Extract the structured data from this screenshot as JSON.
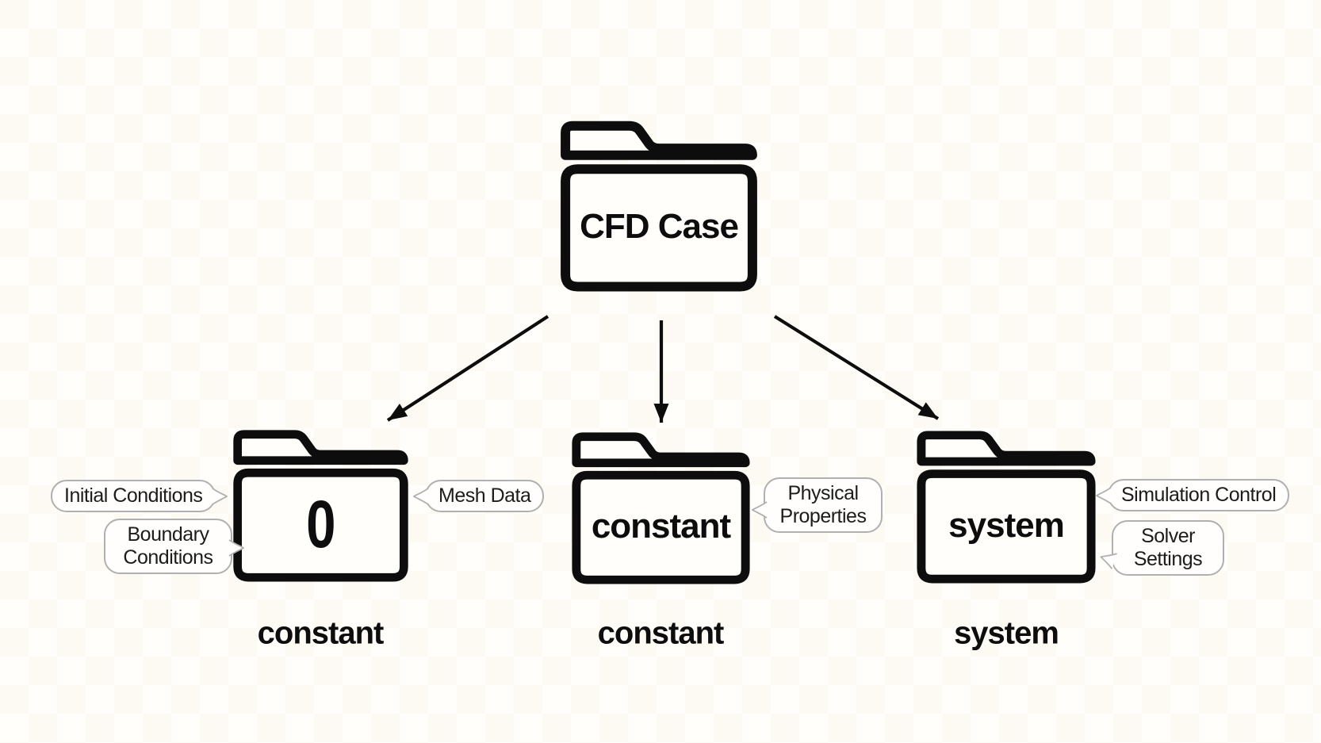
{
  "diagram": {
    "title_hint": "CFD case directory structure",
    "root": {
      "label": "CFD Case"
    },
    "children": [
      {
        "folder_label": "0",
        "caption": "constant"
      },
      {
        "folder_label": "constant",
        "caption": "constant"
      },
      {
        "folder_label": "system",
        "caption": "system"
      }
    ],
    "callouts": {
      "initial": "Initial Conditions",
      "boundary": "Boundary Conditions",
      "mesh": "Mesh Data",
      "physical": "Physical Properties",
      "simulation": "Simulation Control",
      "solver": "Solver Settings"
    }
  },
  "colors": {
    "ink": "#0d0d0d",
    "bubble_border": "#b0b0b0",
    "surface": "#fffefa",
    "surface_alt": "#fcfaf2"
  }
}
